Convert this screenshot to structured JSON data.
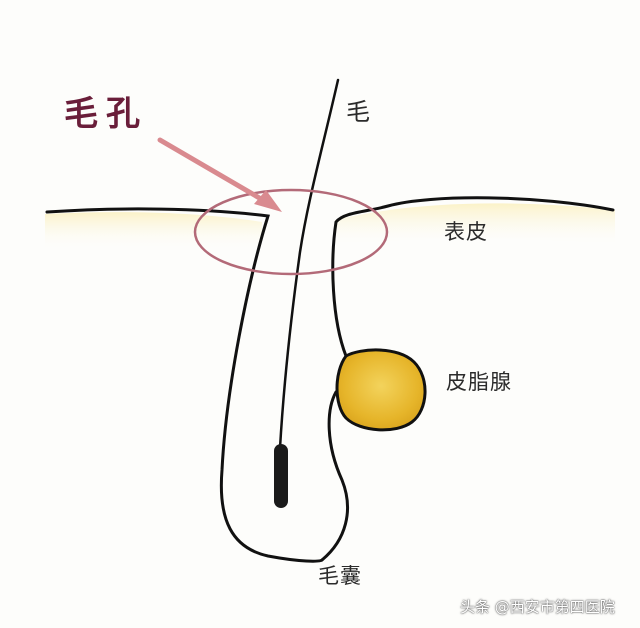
{
  "labels": {
    "pore": "毛孔",
    "hair": "毛",
    "epidermis": "表皮",
    "sebaceous_gland": "皮脂腺",
    "hair_follicle": "毛囊"
  },
  "watermark": "头条 @西安市第四医院",
  "colors": {
    "outline": "#111111",
    "pore_circle": "#b36a78",
    "arrow": "#d98a8f",
    "gland": "#e8b628",
    "skin_band": "#fbf3cf"
  }
}
